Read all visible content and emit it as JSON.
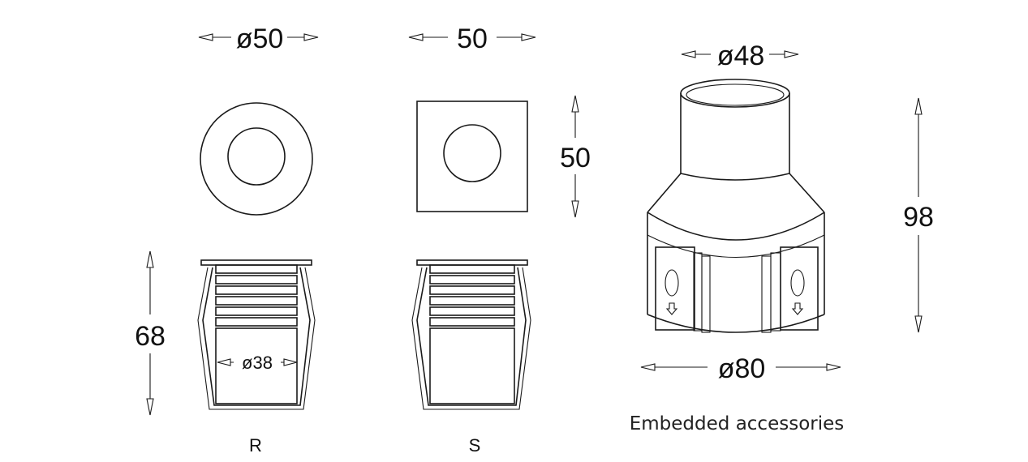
{
  "labels": {
    "round_top_diameter": "ø50",
    "square_top_width": "50",
    "square_side_height": "50",
    "round_height": "68",
    "inner_diameter": "ø38",
    "round_caption": "R",
    "square_caption": "S",
    "accessory_top_diameter": "ø48",
    "accessory_height": "98",
    "accessory_bottom_diameter": "ø80",
    "accessory_caption": "Embedded accessories"
  }
}
